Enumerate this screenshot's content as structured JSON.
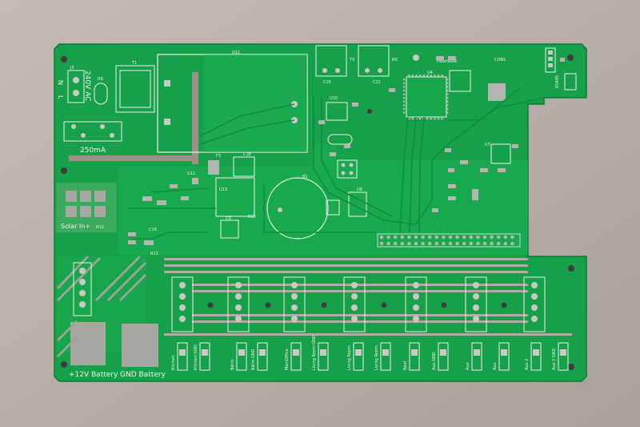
{
  "board": {
    "labels": {
      "u11": "U11",
      "t1": "T1",
      "j5": "J5",
      "r9": "R9",
      "n": "N",
      "l": "L",
      "ac": "240V AC",
      "ma": "250mA",
      "solar": "Solar In+",
      "r12": "R12",
      "bat12": "+12V Battery",
      "gnd_bat": "GND Battery",
      "tx": "TX",
      "rx": "RX",
      "c20": "C20",
      "c21": "C21",
      "u4": "U4",
      "heartbeat": "Heartbeat",
      "con1": "CON1",
      "rs485": "RS485",
      "u10": "U10",
      "b1": "B1",
      "u9": "U9",
      "u12": "U12",
      "u13": "U13",
      "c18": "C18",
      "f3": "F3",
      "c9": "C9",
      "r15": "R15",
      "c19": "C19",
      "r13": "R13",
      "u7": "U7"
    },
    "outputs": [
      "Kitchen",
      "Kitchen GND",
      "Bdrm",
      "Bdrm GND",
      "MainOffice",
      "Living Room GND",
      "Living Room",
      "Living Room",
      "Roof",
      "Aux GND",
      "Aux",
      "Aux",
      "Aux 2",
      "Aux 2 GND"
    ]
  }
}
